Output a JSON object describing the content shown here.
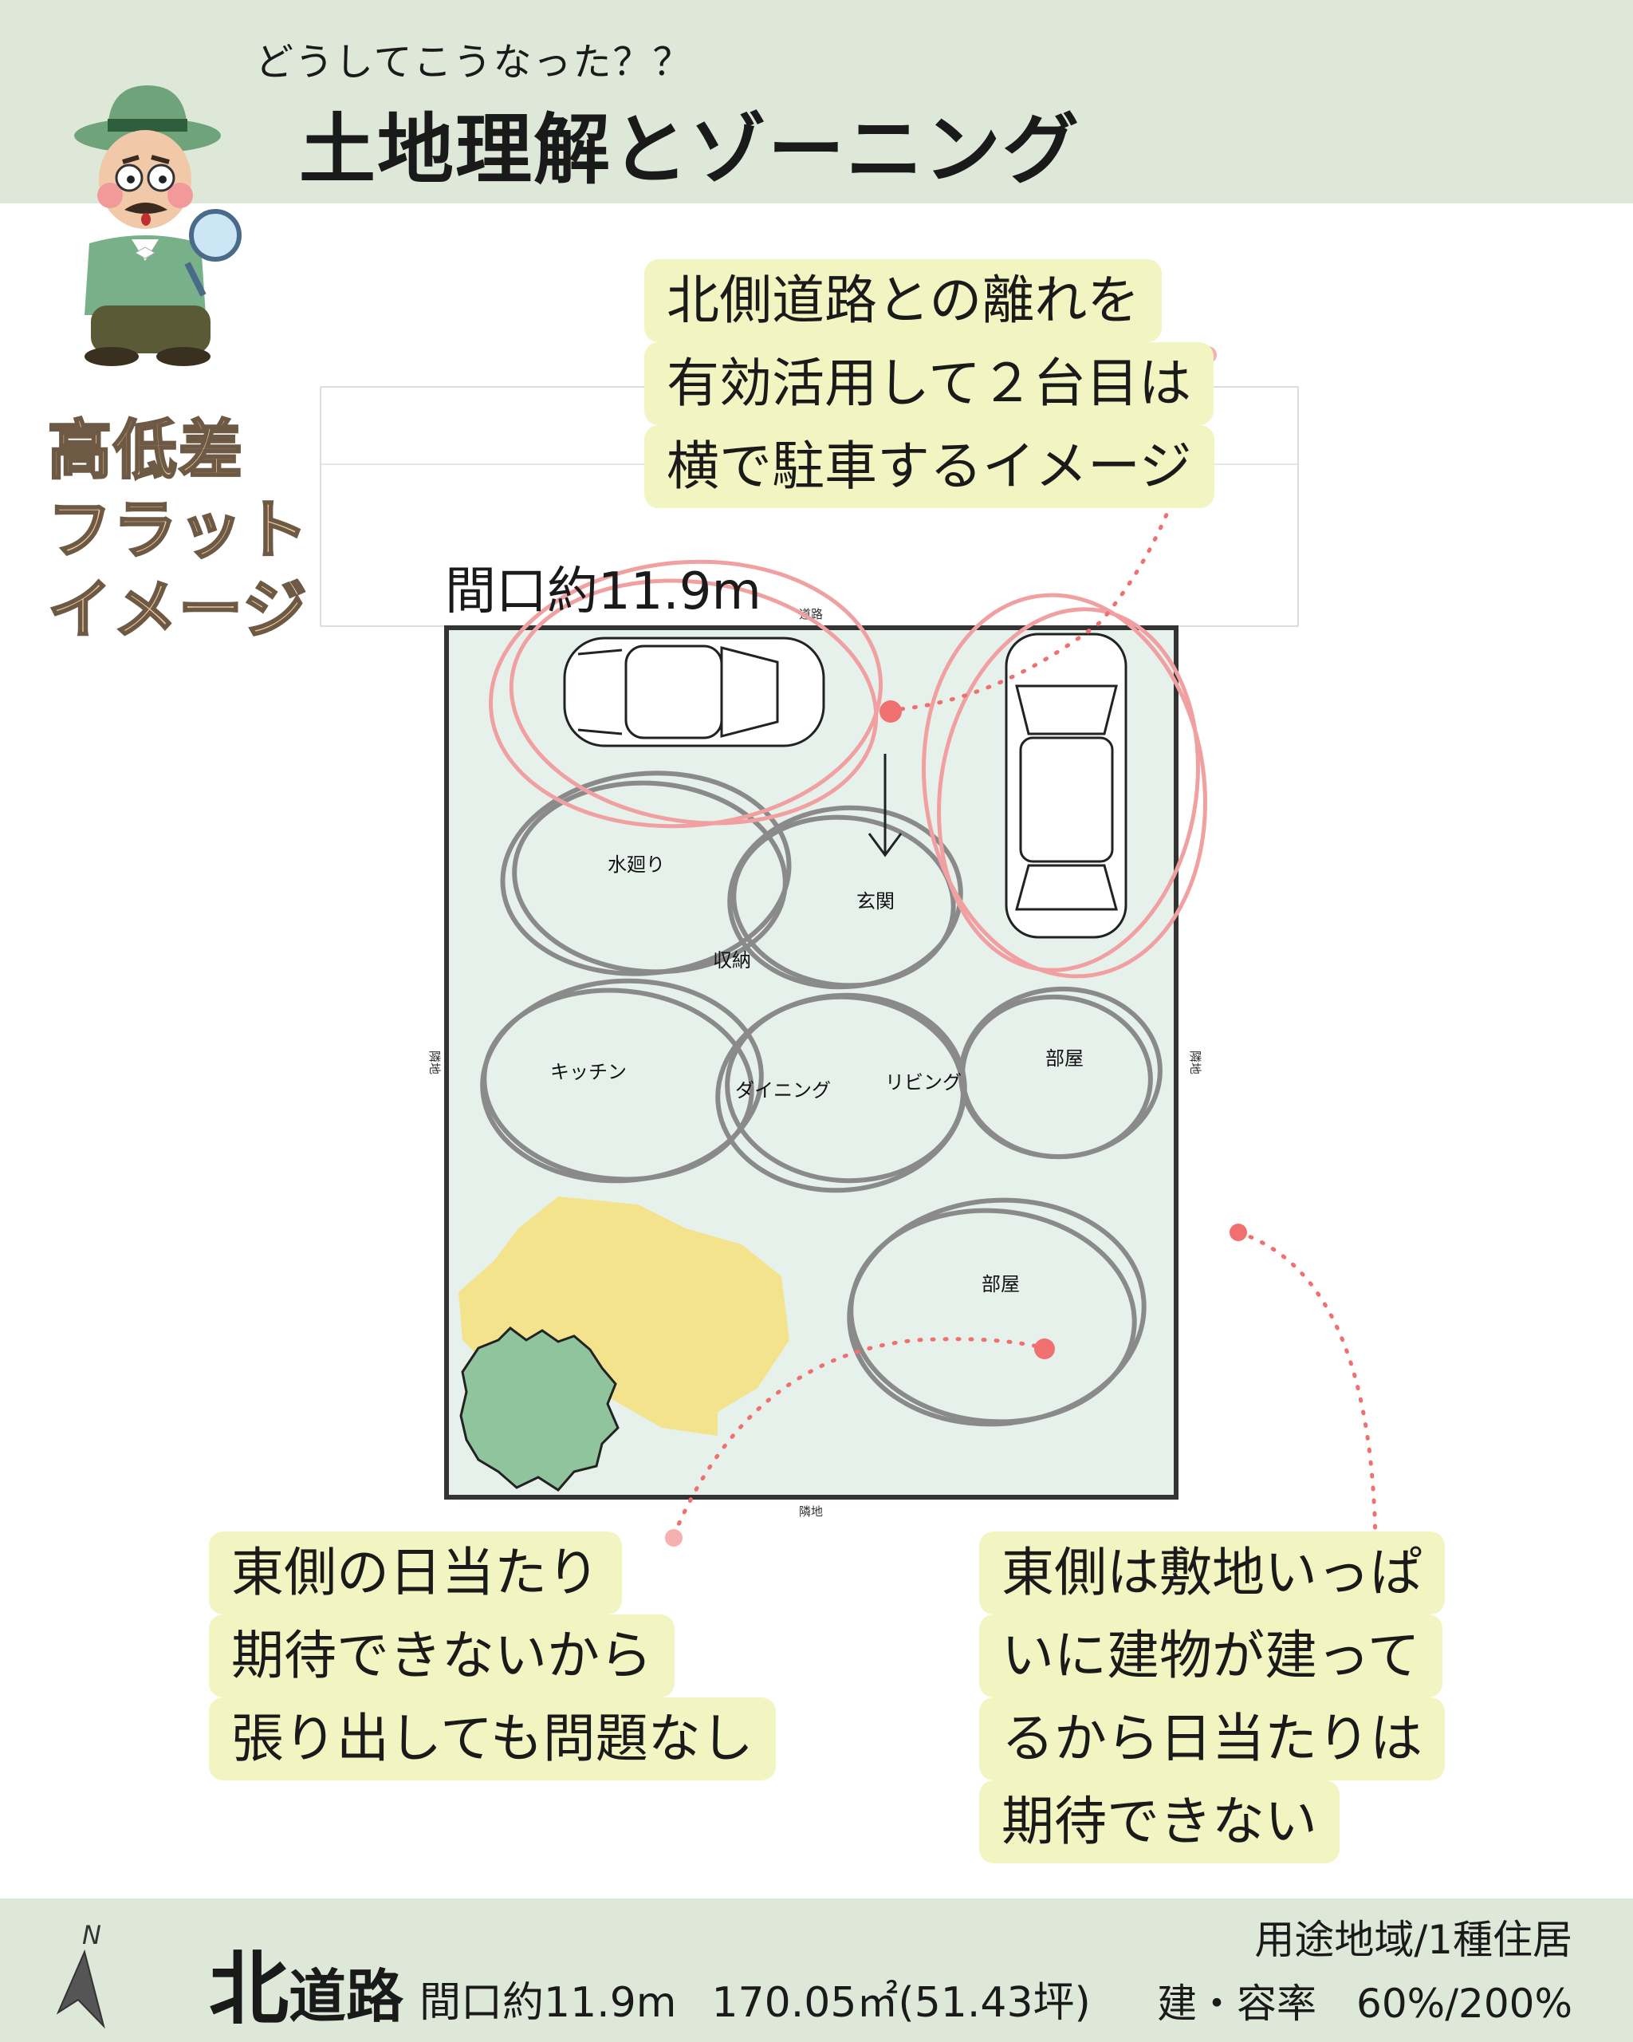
{
  "header": {
    "subtitle": "どうしてこうなった？？",
    "title": "土地理解とゾーニング"
  },
  "side_labels": {
    "elevation": "高低差",
    "flat": "フラット",
    "image": "イメージ"
  },
  "plan": {
    "frontage": "間口約11.9m",
    "north_label": "道路",
    "south_label": "隣地",
    "west_label": "隣地",
    "east_label": "隣地",
    "rooms": {
      "water": "水廻り",
      "entrance": "玄関",
      "storage": "収納",
      "kitchen": "キッチン",
      "dining": "ダイニング",
      "living": "リビング",
      "room1": "部屋",
      "room2": "部屋"
    }
  },
  "notes": {
    "parking": [
      "北側道路との離れを",
      "有効活用して２台目は",
      "横で駐車するイメージ"
    ],
    "east_west": [
      "東側の日当たり",
      "期待できないから",
      "張り出しても問題なし"
    ],
    "east_building": [
      "東側は敷地いっぱ",
      "いに建物が建って",
      "るから日当たりは",
      "期待できない"
    ]
  },
  "footer": {
    "north_symbol": "N",
    "north": "北",
    "road": "道路",
    "frontage": "間口約11.9m",
    "area": "170.05㎡(51.43坪)",
    "zoning": "用途地域/1種住居",
    "ratio": "建・容率　60%/200%"
  },
  "colors": {
    "band": "#dde8d9",
    "note_bg": "#f2f5c2",
    "site_fill": "#e7f1ec",
    "zone_stroke": "#8a8a8a",
    "accent": "#f07070",
    "tree_yellow": "#f3e38c",
    "tree_green": "#8fc49c"
  },
  "icons": [
    "detective-character-icon",
    "car-icon",
    "north-arrow-icon",
    "tree-icon"
  ]
}
